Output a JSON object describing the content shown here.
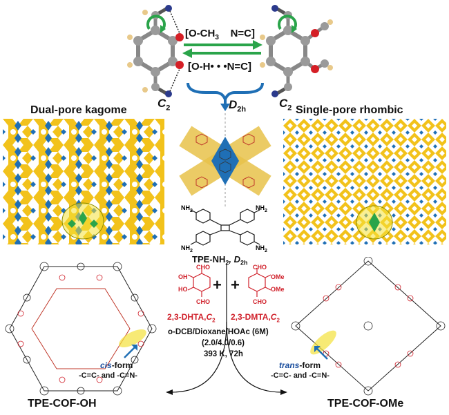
{
  "top": {
    "equilibrium_top": "[O-CH",
    "equilibrium_top_sub": "3",
    "equilibrium_top_right": "N=C]",
    "equilibrium_bottom": "[O-H• • •N=C]",
    "left_symmetry": "C",
    "left_symmetry_sub": "2",
    "right_symmetry": "C",
    "right_symmetry_sub": "2",
    "center_symmetry": "D",
    "center_symmetry_sub": "2h"
  },
  "lattices": {
    "left_title": "Dual-pore kagome",
    "right_title": "Single-pore rhombic"
  },
  "center": {
    "tpe_label": "TPE-NH",
    "tpe_label_sub": "2",
    "tpe_label_sym": ", D",
    "tpe_label_sym_sub": "2h",
    "nh2": "NH",
    "nh2_sub": "2",
    "plus": "+",
    "monomer_left": "2,3-DHTA,",
    "monomer_left_sym": "C",
    "monomer_left_sym_sub": "2",
    "monomer_right": "2,3-DMTA,",
    "monomer_right_sym": "C",
    "monomer_right_sym_sub": "2",
    "cho": "CHO",
    "oh": "OH",
    "ome": "OMe",
    "ho": "HO",
    "conditions_line1": "o-DCB/Dioxane/HOAc (6M)",
    "conditions_line2": "(2.0/4.0/0.6)",
    "conditions_line3": "393 K, 72h"
  },
  "bottom": {
    "left_form_em": "cis",
    "left_form_rest": "-form",
    "left_bonds": "-C=C-  and -C=N-",
    "right_form_em": "trans",
    "right_form_rest": "-form",
    "right_bonds": "-C=C-  and -C=N-",
    "left_cof": "TPE-COF-OH",
    "right_cof": "TPE-COF-OMe"
  },
  "colors": {
    "gold": "#f2c21b",
    "blue": "#1f6fb5",
    "green": "#2aa44a",
    "red": "#d0202a",
    "highlight": "#f4e13a"
  }
}
